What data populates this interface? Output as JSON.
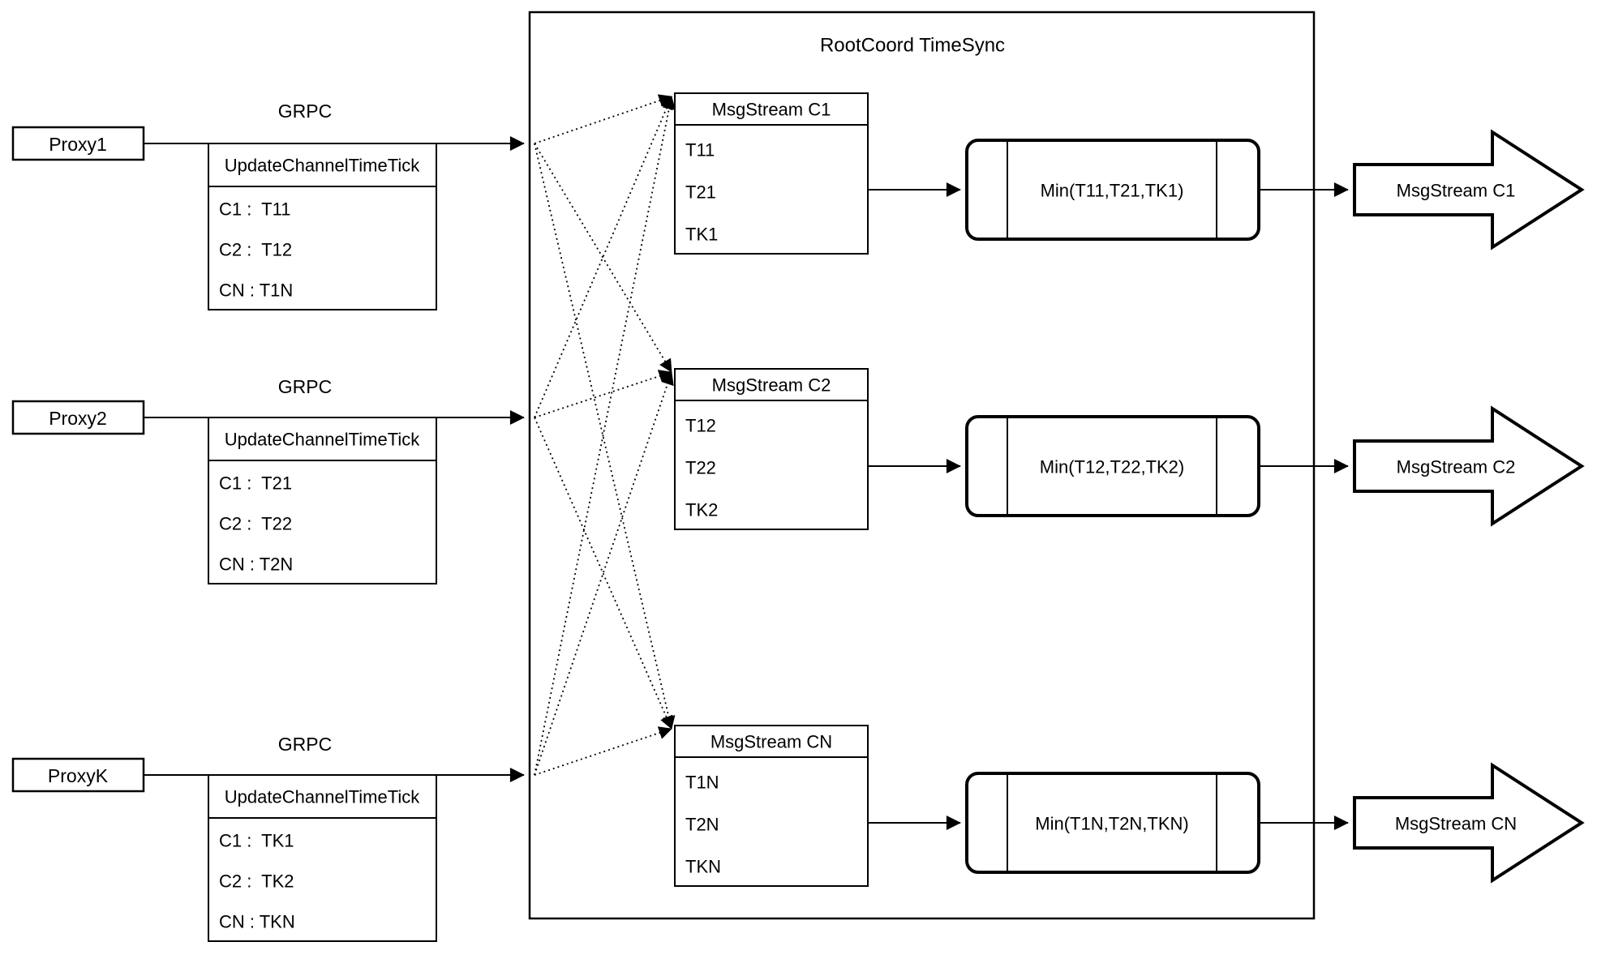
{
  "diagram": {
    "title": "RootCoord TimeSync",
    "proxies": [
      {
        "name": "Proxy1",
        "protocol": "GRPC",
        "table": {
          "header": "UpdateChannelTimeTick",
          "rows": [
            "C1 :  T11",
            "C2 :  T12",
            "CN : T1N"
          ]
        }
      },
      {
        "name": "Proxy2",
        "protocol": "GRPC",
        "table": {
          "header": "UpdateChannelTimeTick",
          "rows": [
            "C1 :  T21",
            "C2 :  T22",
            "CN : T2N"
          ]
        }
      },
      {
        "name": "ProxyK",
        "protocol": "GRPC",
        "table": {
          "header": "UpdateChannelTimeTick",
          "rows": [
            "C1 :  TK1",
            "C2 :  TK2",
            "CN : TKN"
          ]
        }
      }
    ],
    "streams": [
      {
        "header": "MsgStream C1",
        "ticks": [
          "T11",
          "T21",
          "TK1"
        ],
        "min": "Min(T11,T21,TK1)",
        "output": "MsgStream C1"
      },
      {
        "header": "MsgStream C2",
        "ticks": [
          "T12",
          "T22",
          "TK2"
        ],
        "min": "Min(T12,T22,TK2)",
        "output": "MsgStream C2"
      },
      {
        "header": "MsgStream CN",
        "ticks": [
          "T1N",
          "T2N",
          "TKN"
        ],
        "min": "Min(T1N,T2N,TKN)",
        "output": "MsgStream CN"
      }
    ]
  }
}
